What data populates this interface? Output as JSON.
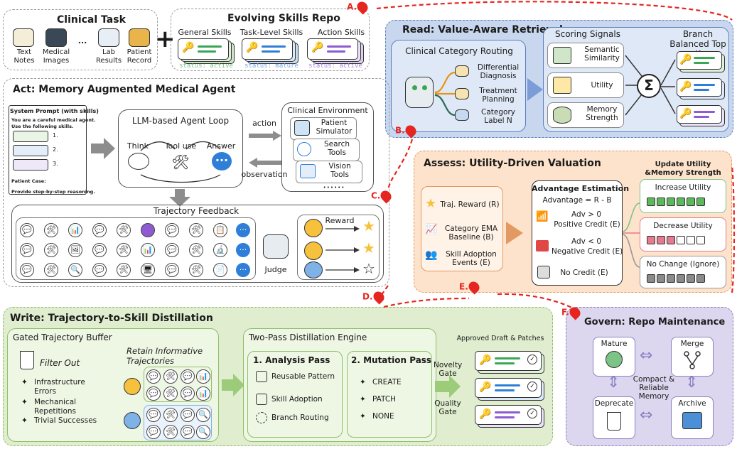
{
  "clinical_task": {
    "title": "Clinical Task",
    "items": [
      "Text Notes",
      "Medical Images",
      "...",
      "Lab Results",
      "Patient Record"
    ]
  },
  "skills_repo": {
    "title": "Evolving Skills Repo",
    "groups": [
      {
        "label": "General Skills",
        "status": "status: active"
      },
      {
        "label": "Task-Level Skills",
        "status": "status: mature"
      },
      {
        "label": "Action Skills",
        "status": "status: active"
      }
    ]
  },
  "pins": {
    "a": "A.",
    "b": "B.",
    "c": "C.",
    "d": "D.",
    "e": "E.",
    "f": "F."
  },
  "read": {
    "title": "Read: Value-Aware Retrieval",
    "routing_title": "Clinical Category Routing",
    "routes": [
      "Differential Diagnosis",
      "Treatment Planning",
      "Category Label N"
    ],
    "signals_title": "Scoring Signals",
    "signals": [
      "Semantic Similarity",
      "Utility",
      "Memory Strength"
    ],
    "sum_symbol": "Σ",
    "topk_title": "Branch Balanced Top K"
  },
  "act": {
    "title": "Act: Memory Augmented Medical Agent",
    "prompt": {
      "header": "System Prompt (with skills)",
      "line1": "You are a careful medical agent.",
      "line2": "Use the following skills.",
      "items": [
        "1.",
        "2.",
        "3."
      ],
      "patient": "Patient Case:",
      "footer": "Provide step-by-step reasoning."
    },
    "loop_title": "LLM-based Agent Loop",
    "steps": [
      "Think",
      "Tool use",
      "Answer"
    ],
    "action": "action",
    "observation": "observation",
    "env_title": "Clinical Environment",
    "env_items": [
      "Patient Simulator",
      "Search Tools",
      "Vision Tools"
    ],
    "env_more": "••••••",
    "feedback_title": "Trajectory Feedback",
    "judge": "Judge",
    "reward": "Reward"
  },
  "assess": {
    "title": "Assess: Utility-Driven Valuation",
    "inputs": [
      "Traj. Reward (R)",
      "Category EMA Baseline (B)",
      "Skill Adoption Events (E)"
    ],
    "adv_title": "Advantage Estimation",
    "adv_formula": "Advantage = R - B",
    "pos_cond": "Adv > 0",
    "pos_label": "Positive Credit (E)",
    "neg_cond": "Adv < 0",
    "neg_label": "Negative Credit (E)",
    "none_label": "No Credit (E)",
    "update_title": "Update Utility &Memory Strength",
    "outcomes": [
      "Increase Utility",
      "Decrease Utility",
      "No Change (Ignore)"
    ],
    "colors": {
      "increase": "#5cb85c",
      "decrease": "#e57b8e",
      "nochange": "#8a8a8a"
    }
  },
  "write": {
    "title": "Write: Trajectory-to-Skill Distillation",
    "buffer_title": "Gated Trajectory Buffer",
    "filter_title": "Filter Out",
    "filter_items": [
      "Infrastructure Errors",
      "Mechanical Repetitions",
      "Trivial Successes"
    ],
    "retain_title": "Retain Informative Trajectories",
    "engine_title": "Two-Pass Distillation Engine",
    "analysis_title": "1. Analysis Pass",
    "analysis_items": [
      "Reusable Pattern",
      "Skill Adoption",
      "Branch Routing"
    ],
    "mutation_title": "2. Mutation Pass",
    "mutation_items": [
      "CREATE",
      "PATCH",
      "NONE"
    ],
    "novelty_gate": "Novelty Gate",
    "quality_gate": "Quality Gate",
    "approved": "Approved Draft & Patches"
  },
  "govern": {
    "title": "Govern: Repo Maintenance",
    "items": [
      "Mature",
      "Merge",
      "Deprecate",
      "Archive"
    ],
    "center": "Compact & Reliable Memory"
  },
  "colors": {
    "read_bg": "#c8d7ee",
    "assess_bg": "#fde2cc",
    "write_bg": "#e0edcf",
    "govern_bg": "#dcd7ee",
    "pin": "#e52620",
    "green": "#3aa655",
    "blue": "#2f7fd8",
    "purple": "#8e5bd0",
    "key": "#f0b429"
  }
}
